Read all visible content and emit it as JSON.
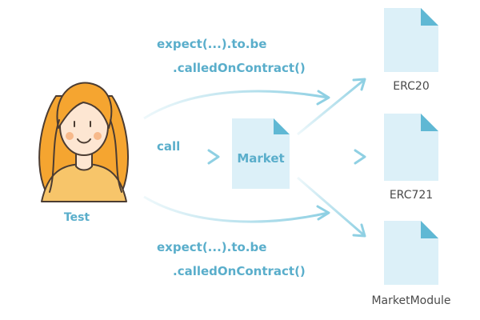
{
  "actor": {
    "name": "Test"
  },
  "labels": {
    "top_line1": "expect(...).to.be",
    "top_line2": ".calledOnContract()",
    "call": "call",
    "bottom_line1": "expect(...).to.be",
    "bottom_line2": ".calledOnContract()"
  },
  "nodes": {
    "market": "Market",
    "erc20": "ERC20",
    "erc721": "ERC721",
    "market_module": "MarketModule"
  },
  "colors": {
    "doc_fill": "#dcf0f8",
    "doc_fold": "#5fb8d4",
    "arrow": "#8fd0e3",
    "label": "#5aaecb",
    "hair": "#f5a530",
    "shirt": "#f7c56a",
    "outline": "#4b3c32"
  }
}
